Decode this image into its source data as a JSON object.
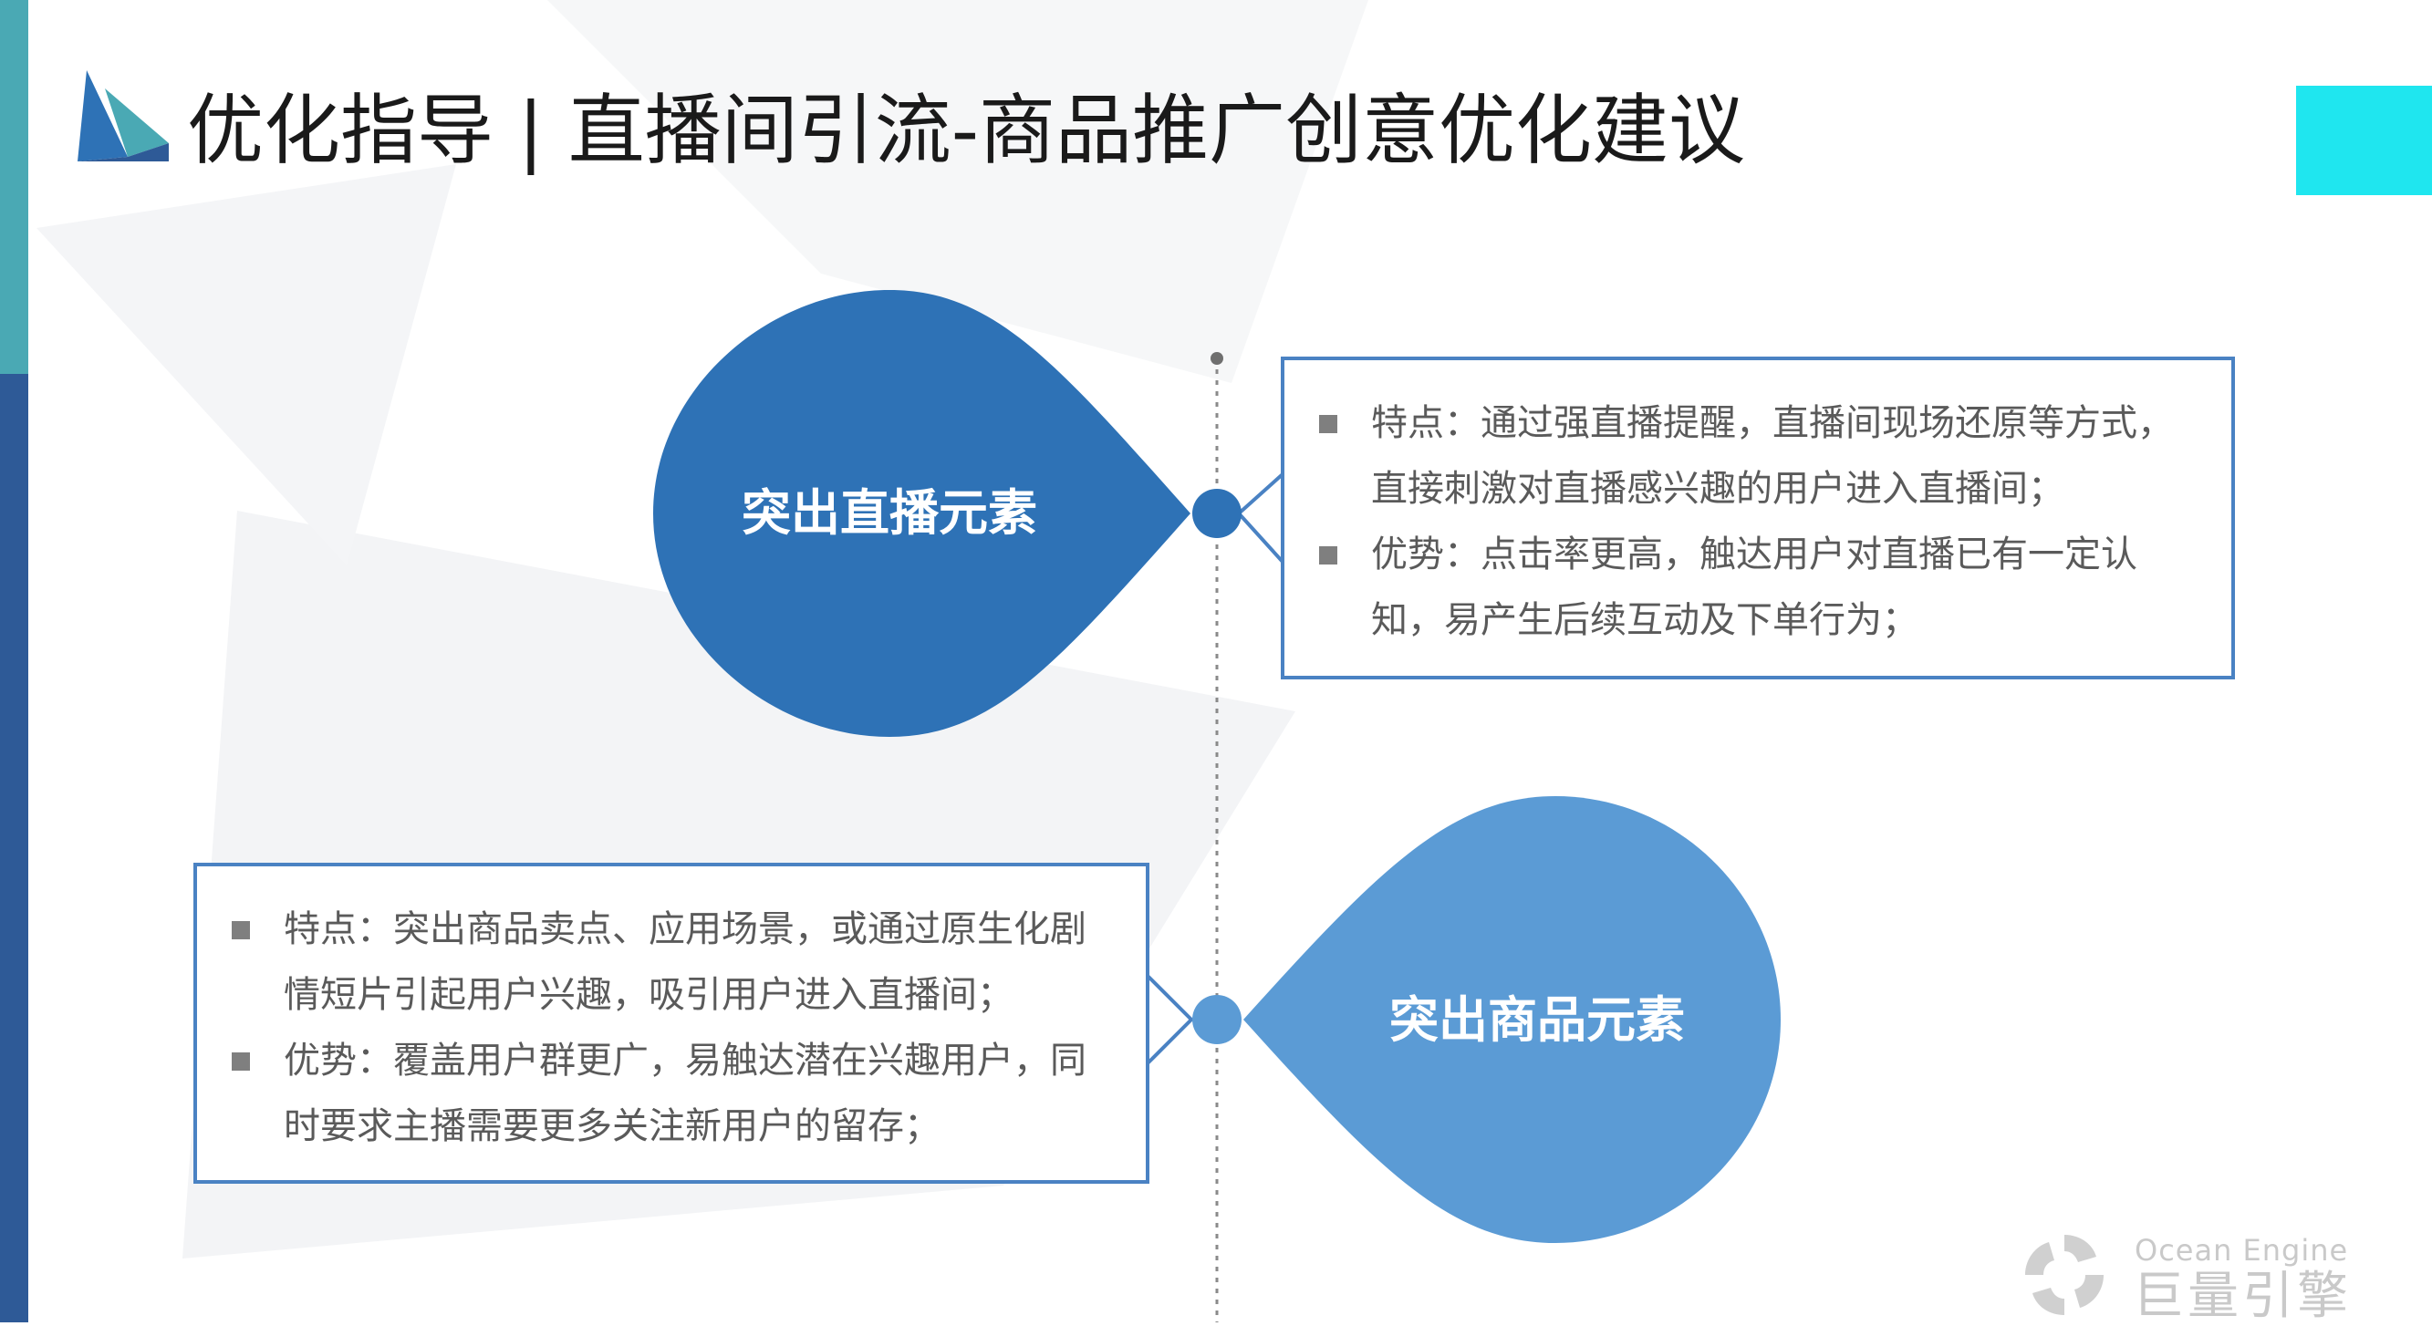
{
  "header": {
    "title": "优化指导 | 直播间引流-商品推广创意优化建议"
  },
  "sections": [
    {
      "label": "突出直播元素",
      "bullets": [
        "特点：通过强直播提醒，直播间现场还原等方式，直接刺激对直播感兴趣的用户进入直播间；",
        "优势：点击率更高，触达用户对直播已有一定认知，易产生后续互动及下单行为；"
      ]
    },
    {
      "label": "突出商品元素",
      "bullets": [
        "特点：突出商品卖点、应用场景，或通过原生化剧情短片引起用户兴趣，吸引用户进入直播间；",
        "优势：覆盖用户群更广，易触达潜在兴趣用户，同时要求主播需要更多关注新用户的留存；"
      ]
    }
  ],
  "brand": {
    "en": "Ocean Engine",
    "cn": "巨量引擎"
  },
  "colors": {
    "drop_primary": "#2e72b6",
    "drop_secondary": "#5b9bd5",
    "box_border": "#4a82c3",
    "accent": "#1fe6ef",
    "side_bar_top": "#4aa9b4",
    "side_bar_bottom": "#2e5a97"
  }
}
